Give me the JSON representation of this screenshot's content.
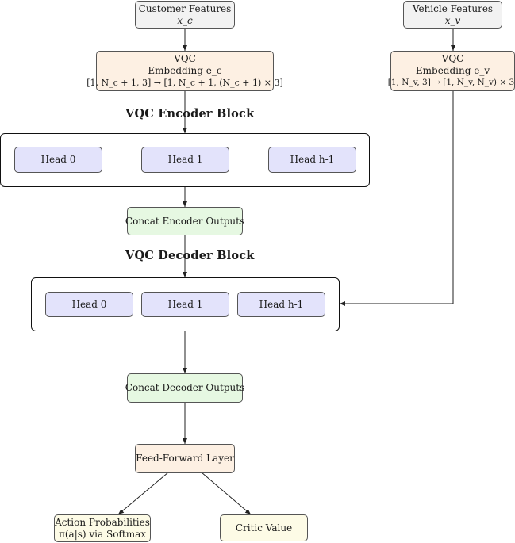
{
  "customer_features": {
    "label": "Customer Features",
    "symbol": "x_c"
  },
  "vehicle_features": {
    "label": "Vehicle Features",
    "symbol": "x_v"
  },
  "customer_embedding": {
    "line1": "VQC",
    "line2": "Embedding e_c",
    "line3": "[1, N_c + 1, 3] → [1, N_c + 1, (N_c + 1) × 3]"
  },
  "vehicle_embedding": {
    "line1": "VQC",
    "line2": "Embedding e_v",
    "line3": "[1, N_v, 3] → [1, N_v, N_v) × 3]"
  },
  "encoder_block": {
    "title": "VQC Encoder Block",
    "heads": [
      "Head 0",
      "Head 1",
      "Head h-1"
    ]
  },
  "concat_encoder": {
    "label": "Concat Encoder Outputs"
  },
  "decoder_block": {
    "title": "VQC Decoder Block",
    "heads": [
      "Head 0",
      "Head 1",
      "Head h-1"
    ]
  },
  "concat_decoder": {
    "label": "Concat Decoder Outputs"
  },
  "feed_forward": {
    "label": "Feed-Forward Layer"
  },
  "action_probabilities": {
    "line1": "Action Probabilities",
    "line2": "π(a|s) via Softmax"
  },
  "critic_value": {
    "label": "Critic Value"
  }
}
